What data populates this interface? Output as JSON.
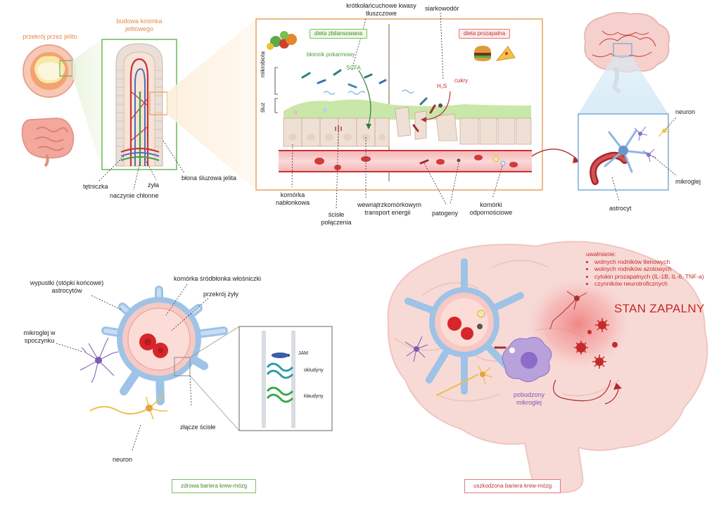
{
  "top_left": {
    "section_label": "przekrój przez jelito",
    "villus_title": "budowa kosmka jelitowego",
    "labels": {
      "artery": "tętniczka",
      "vein": "żyła",
      "lymph": "naczynie chłonne",
      "mucosa": "błona śluzowa jelita"
    }
  },
  "gut_panel": {
    "diet_balanced": "dieta zbilansowana",
    "diet_inflammatory": "dieta prozapalna",
    "fiber": "błonnik pokarmowy",
    "scfa": "SCFA",
    "scfa_full": "krótkołańcuchowe kwasy tłuszczowe",
    "h2s_top": "siarkowodór",
    "h2s_symbol": "H₂S",
    "sugars": "cukry",
    "microbiota": "mikrobiota",
    "mucus": "śluz",
    "epithelial": "komórka nabłonkowa",
    "tight_junctions": "ścisłe połączenia",
    "transport": "wewnątrzkomórkowym transport energii",
    "pathogens": "patogeny",
    "immune": "komórki odpornościowe"
  },
  "brain_top": {
    "neuron": "neuron",
    "microglia": "mikroglej",
    "astrocyte": "astrocyt"
  },
  "bbb_healthy": {
    "astro_feet": "wypustki (stópki końcowe) astrocytów",
    "endothelial": "komórka śródbłonka włośniczki",
    "vein_section": "przekrój żyły",
    "resting_microglia": "mikroglej w spoczynku",
    "tight_junction": "złącze ścisłe",
    "neuron": "neuron",
    "jam": "JAM",
    "occludins": "okludyny",
    "claudins": "klaudyny",
    "caption": "zdrowa bariera krew-mózg"
  },
  "bbb_damaged": {
    "release_title": "uwalnianie:",
    "release_items": [
      "wolnych rodników tlenowych",
      "wolnych rodników azotowych",
      "cytokin prozapalnych (IL-1B, IL-6, TNF-a)",
      "czynników neurotroficznych"
    ],
    "inflammation": "STAN ZAPALNY",
    "activated_microglia": "pobudzony mikroglej",
    "caption": "uszkodzona bariera krew-mózg"
  },
  "colors": {
    "gut_frame": "#e8a460",
    "villus_frame": "#6cb85a",
    "brain_frame": "#7aaad8",
    "vessel": "#c7343a",
    "inflammation": "#c72626"
  }
}
